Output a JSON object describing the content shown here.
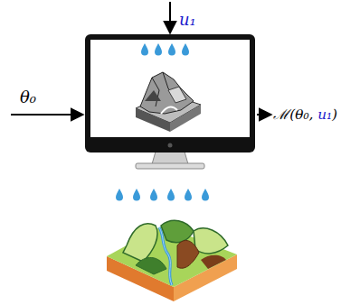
{
  "diagram": {
    "labels": [
      "θ₀",
      "u₁",
      "ℳ(θ₀, u₁)"
    ]
  }
}
